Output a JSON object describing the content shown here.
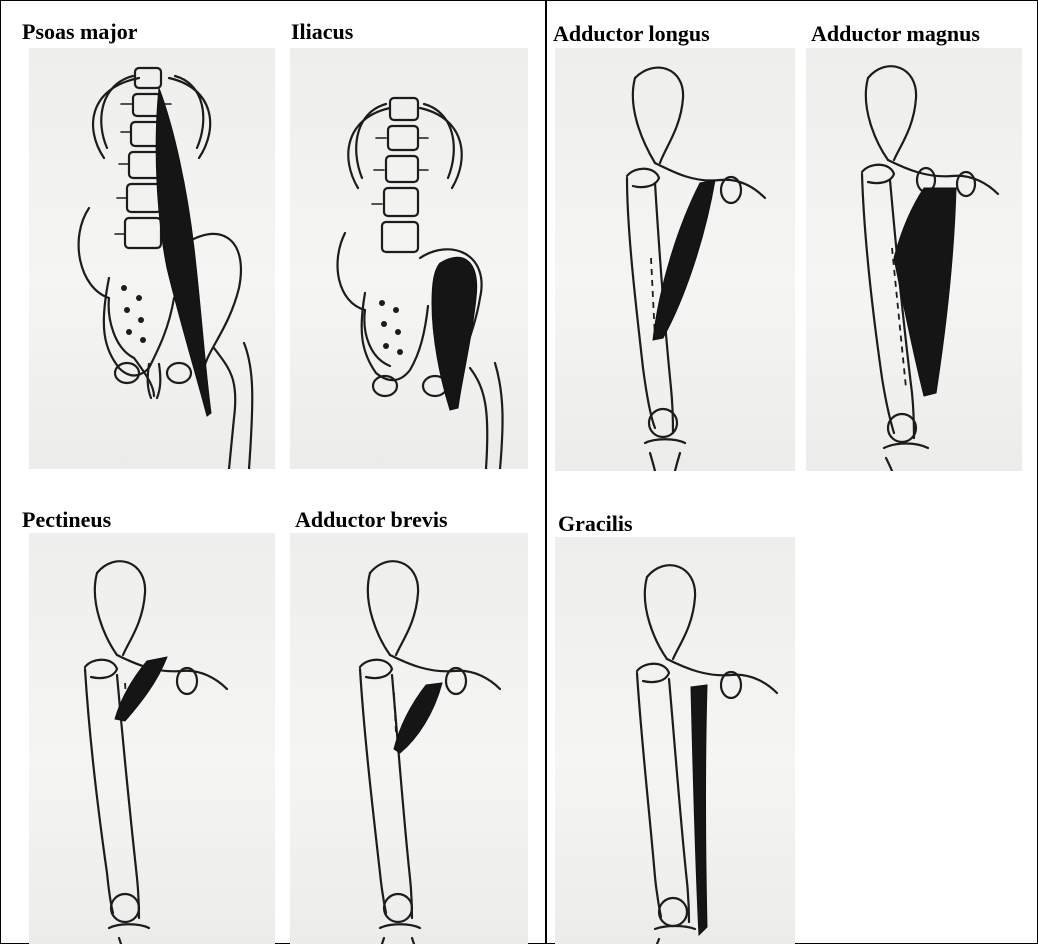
{
  "figure": {
    "panels": [
      {
        "id": "psoas-major",
        "label": "Psoas major",
        "icon": "spine-pelvis-illustration"
      },
      {
        "id": "iliacus",
        "label": "Iliacus",
        "icon": "spine-pelvis-illustration"
      },
      {
        "id": "adductor-longus",
        "label": "Adductor longus",
        "icon": "femur-illustration"
      },
      {
        "id": "adductor-magnus",
        "label": "Adductor magnus",
        "icon": "femur-illustration"
      },
      {
        "id": "pectineus",
        "label": "Pectineus",
        "icon": "femur-illustration"
      },
      {
        "id": "adductor-brevis",
        "label": "Adductor brevis",
        "icon": "femur-illustration"
      },
      {
        "id": "gracilis",
        "label": "Gracilis",
        "icon": "femur-illustration"
      }
    ],
    "colors": {
      "muscle": "#151515",
      "paper": "#f0f0ee",
      "ink": "#1c1c1c"
    }
  }
}
